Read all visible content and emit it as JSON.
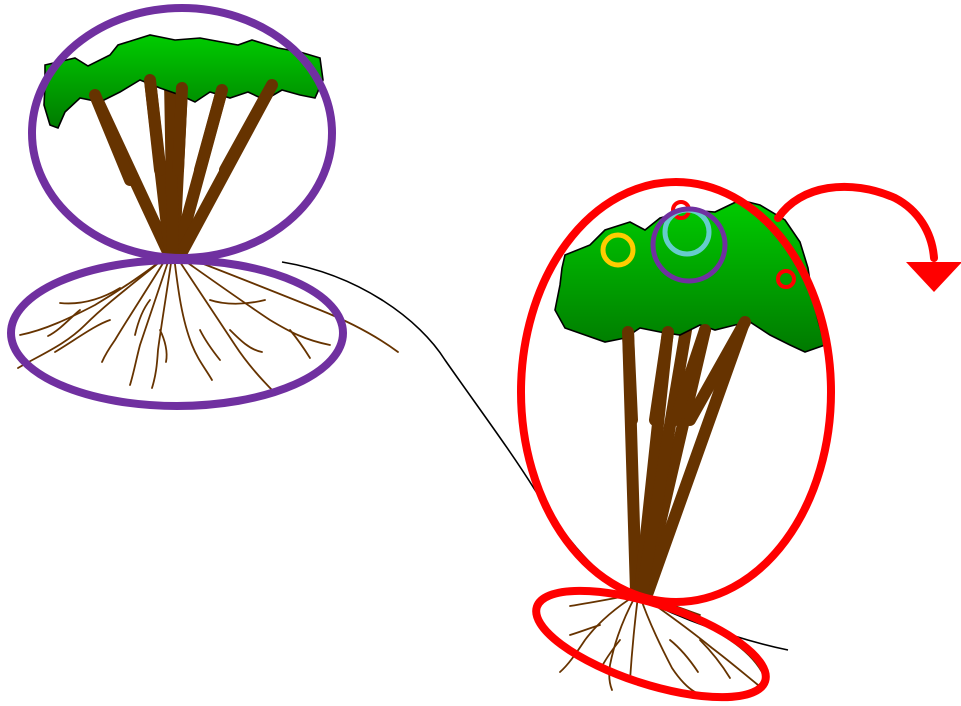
{
  "colors": {
    "canopy_light": "#00cc00",
    "canopy_dark": "#007a00",
    "outline": "#000000",
    "trunk": "#663300",
    "root": "#663300",
    "purple_ring": "#7030a0",
    "red_ring": "#ff0000",
    "yellow_ring": "#ffcc00",
    "cyan_ring": "#66cccc",
    "connector_line": "#000000",
    "background": "#ffffff"
  },
  "elements": {
    "left_tree": {
      "canopy_ring": "purple",
      "root_ring": "purple"
    },
    "right_tree": {
      "canopy_ring": "red",
      "root_ring": "red",
      "small_rings": [
        "red",
        "yellow",
        "cyan",
        "purple",
        "red"
      ],
      "arrow": "curved-arrow-right-down"
    }
  }
}
